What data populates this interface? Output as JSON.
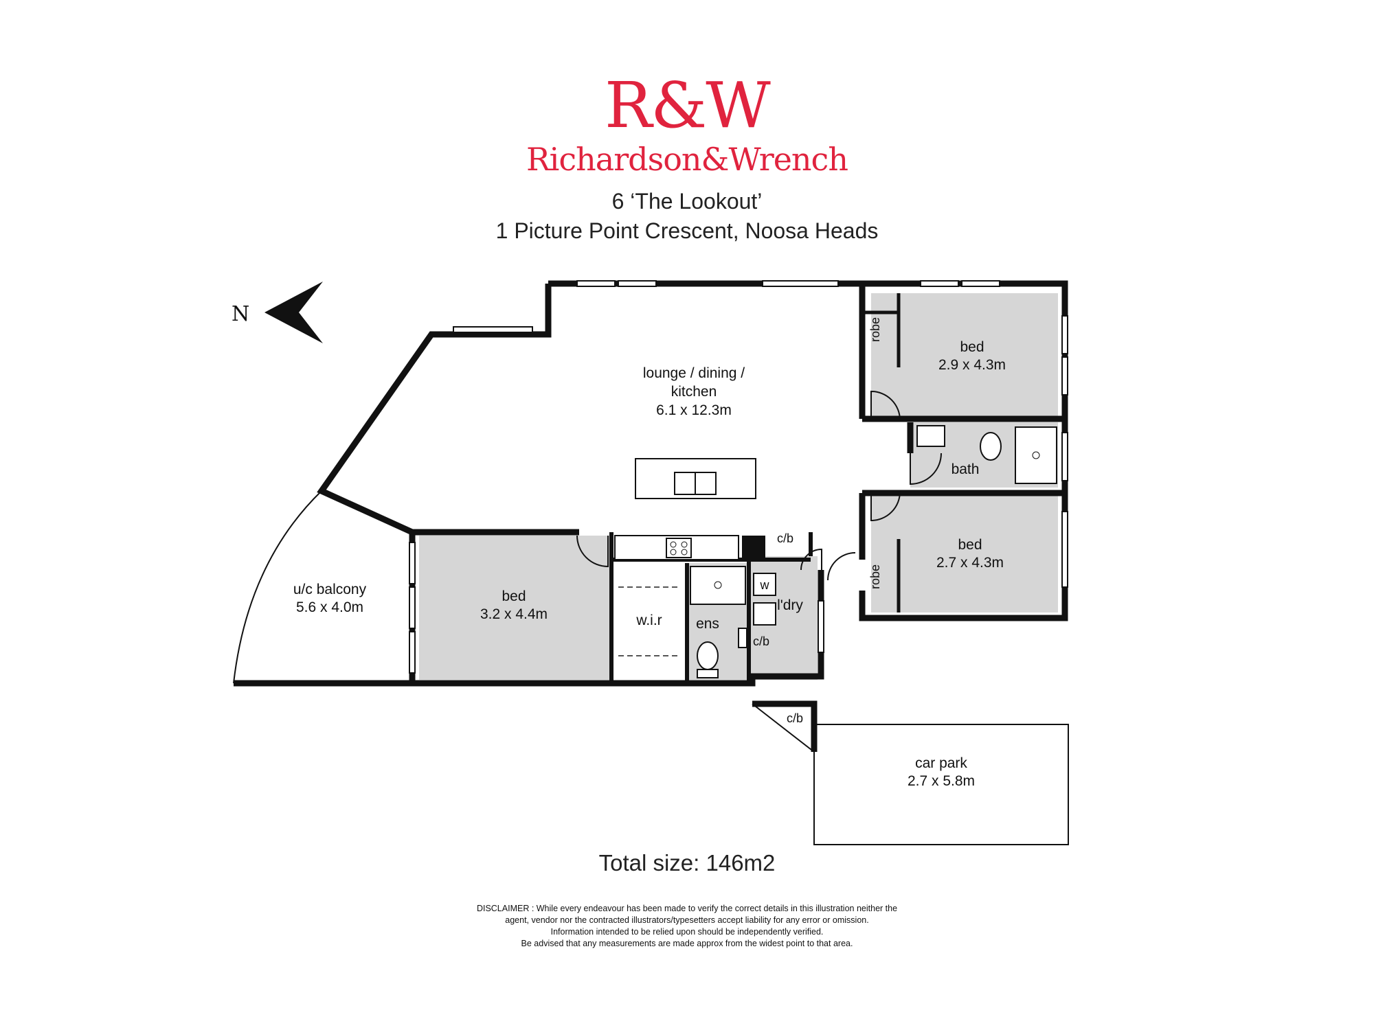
{
  "brand": {
    "mark": "R&W",
    "name": "Richardson&Wrench",
    "color": "#e0233e"
  },
  "property": {
    "line1": "6 ‘The Lookout’",
    "line2": "1 Picture Point Crescent, Noosa Heads"
  },
  "compass": {
    "label": "N",
    "direction": "left"
  },
  "rooms": {
    "lounge": {
      "name_l1": "lounge / dining /",
      "name_l2": "kitchen",
      "size": "6.1 x 12.3m"
    },
    "bed1": {
      "name": "bed",
      "size": "2.9 x 4.3m"
    },
    "bed2": {
      "name": "bed",
      "size": "2.7 x 4.3m"
    },
    "bed3": {
      "name": "bed",
      "size": "3.2 x 4.4m"
    },
    "balcony": {
      "name": "u/c balcony",
      "size": "5.6 x 4.0m"
    },
    "bath": {
      "name": "bath"
    },
    "wir": {
      "name": "w.i.r"
    },
    "ens": {
      "name": "ens"
    },
    "laundry": {
      "name": "l'dry"
    },
    "robe1": {
      "name": "robe"
    },
    "robe2": {
      "name": "robe"
    },
    "cb1": {
      "name": "c/b"
    },
    "cb2": {
      "name": "c/b"
    },
    "cb3": {
      "name": "c/b"
    },
    "washer": {
      "name": "w"
    },
    "carpark": {
      "name": "car park",
      "size": "2.7 x 5.8m"
    }
  },
  "total": "Total size:  146m2",
  "disclaimer": [
    "DISCLAIMER : While every endeavour has been made to verify the correct details in this illustration neither the",
    "agent, vendor nor the contracted illustrators/typesetters accept liability for any error or omission.",
    "Information intended to be relied upon should be independently verified.",
    "Be advised that any measurements are made approx from the widest point to that area."
  ]
}
